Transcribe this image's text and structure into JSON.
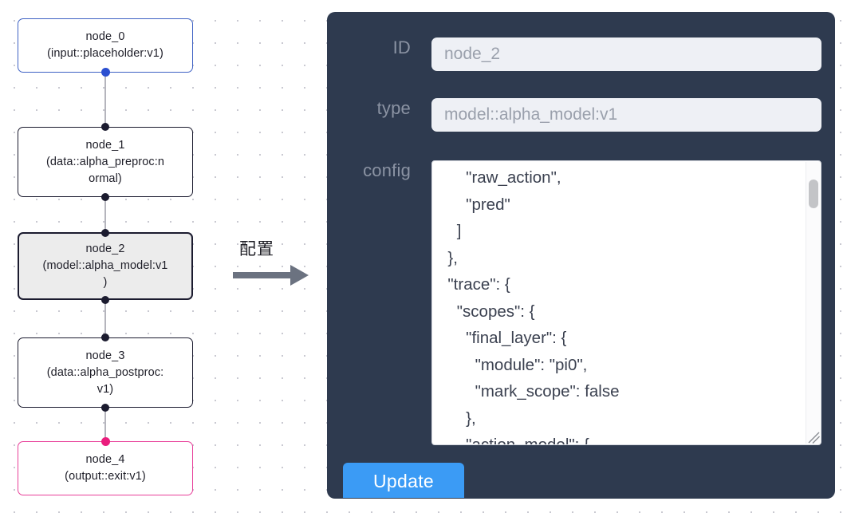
{
  "graph": {
    "nodes": [
      {
        "id": "node_0",
        "type": "(input::placeholder:v1)",
        "role": "input",
        "selected": false
      },
      {
        "id": "node_1",
        "type": "(data::alpha_preproc:n",
        "type2": "ormal)",
        "role": "default",
        "selected": false
      },
      {
        "id": "node_2",
        "type": "(model::alpha_model:v1",
        "type2": ")",
        "role": "default",
        "selected": true
      },
      {
        "id": "node_3",
        "type": "(data::alpha_postproc:",
        "type2": "v1)",
        "role": "default",
        "selected": false
      },
      {
        "id": "node_4",
        "type": "(output::exit:v1)",
        "role": "output",
        "selected": false
      }
    ],
    "colors": {
      "input_border": "#3f62c4",
      "output_border": "#e8409a",
      "default_border": "#1b1b2f",
      "selected_fill": "#ececec",
      "edge": "#b5b5bd",
      "port_default": "#1b1b2f",
      "port_input": "#2b4fd0",
      "port_output": "#ea1d7d"
    }
  },
  "arrow": {
    "label": "配置",
    "color": "#6b7280"
  },
  "panel": {
    "background": "#2e3a4f",
    "fields": [
      {
        "name": "id",
        "label": "ID",
        "value": "node_2"
      },
      {
        "name": "type",
        "label": "type",
        "value": "model::alpha_model:v1"
      },
      {
        "name": "config",
        "label": "config",
        "value": "      \"raw_action\",\n      \"pred\"\n    ]\n  },\n  \"trace\": {\n    \"scopes\": {\n      \"final_layer\": {\n        \"module\": \"pi0\",\n        \"mark_scope\": false\n      },\n      \"action_model\": {"
      }
    ],
    "update_button": {
      "label": "Update",
      "color": "#3b9bf5"
    }
  }
}
